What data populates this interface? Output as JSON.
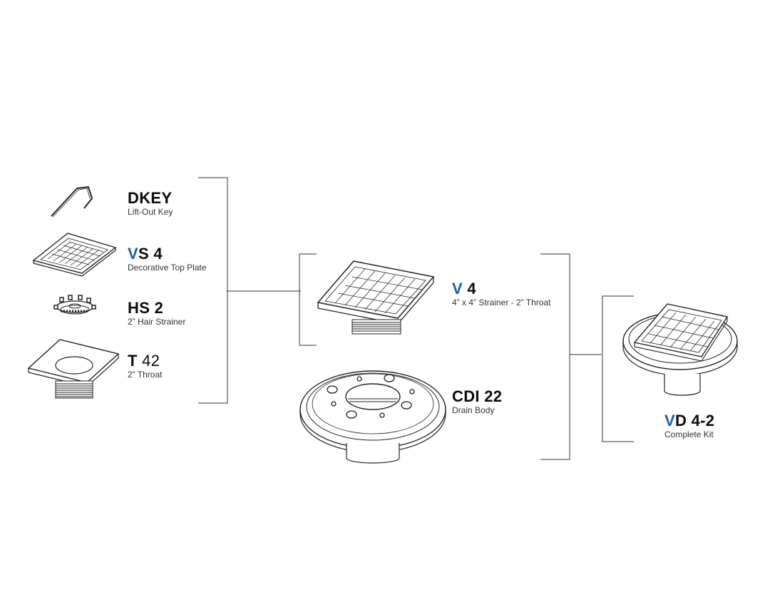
{
  "accent_color": "#1f5fa8",
  "parts": {
    "dkey": {
      "code": "DKEY",
      "desc": "Lift-Out Key",
      "icon": "lift-out-key"
    },
    "vs4": {
      "code_accent": "V",
      "code_rest": "S 4",
      "desc": "Decorative Top Plate",
      "icon": "decorative-top-plate"
    },
    "hs2": {
      "code": "HS 2",
      "desc": "2” Hair Strainer",
      "icon": "hair-strainer"
    },
    "t42": {
      "code_main": "T ",
      "code_num": "42",
      "desc": "2” Throat",
      "icon": "throat"
    }
  },
  "assemblies": {
    "v4": {
      "code_accent": "V",
      "code_rest": " 4",
      "desc": "4” x 4” Strainer - 2” Throat",
      "icon": "strainer"
    },
    "cdi22": {
      "code": "CDI 22",
      "desc": "Drain Body",
      "icon": "drain-body"
    }
  },
  "kit": {
    "vd42": {
      "code_accent": "V",
      "code_rest": "D 4-2",
      "desc": "Complete Kit",
      "icon": "complete-kit"
    }
  }
}
